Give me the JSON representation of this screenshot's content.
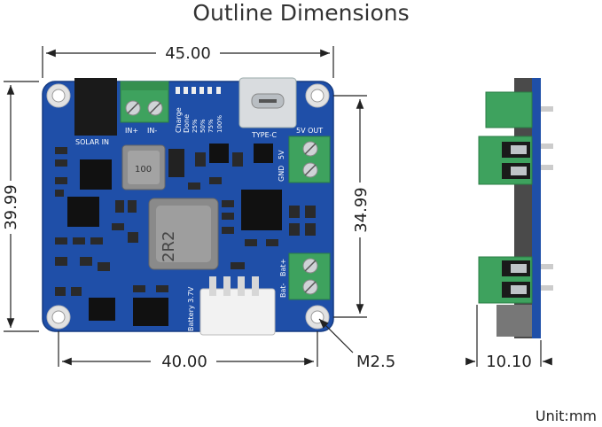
{
  "title": "Outline Dimensions",
  "unit_label": "Unit:mm",
  "dimensions": {
    "top_width": "45.00",
    "bottom_hole_spacing": "40.00",
    "left_height": "39.99",
    "right_hole_spacing": "34.99",
    "side_thickness": "10.10",
    "mount_hole": "M2.5"
  },
  "silkscreen": {
    "solar_in": "SOLAR IN",
    "in_plus": "IN+",
    "in_minus": "IN-",
    "charge": "Charge",
    "done": "Done",
    "pct_25": "25%",
    "pct_50": "50%",
    "pct_75": "75%",
    "pct_100": "100%",
    "type_c": "TYPE-C",
    "out_5v": "5V OUT",
    "five_v": "5V",
    "gnd": "GND",
    "bat_minus": "Bat-",
    "bat_plus": "Bat+",
    "battery": "Battery 3.7V",
    "inductor_large": "2R2",
    "inductor_small": "100"
  },
  "colors": {
    "pcb_blue": "#1f4fa8",
    "terminal_green": "#3ea25e",
    "dimension_line": "#222222"
  }
}
